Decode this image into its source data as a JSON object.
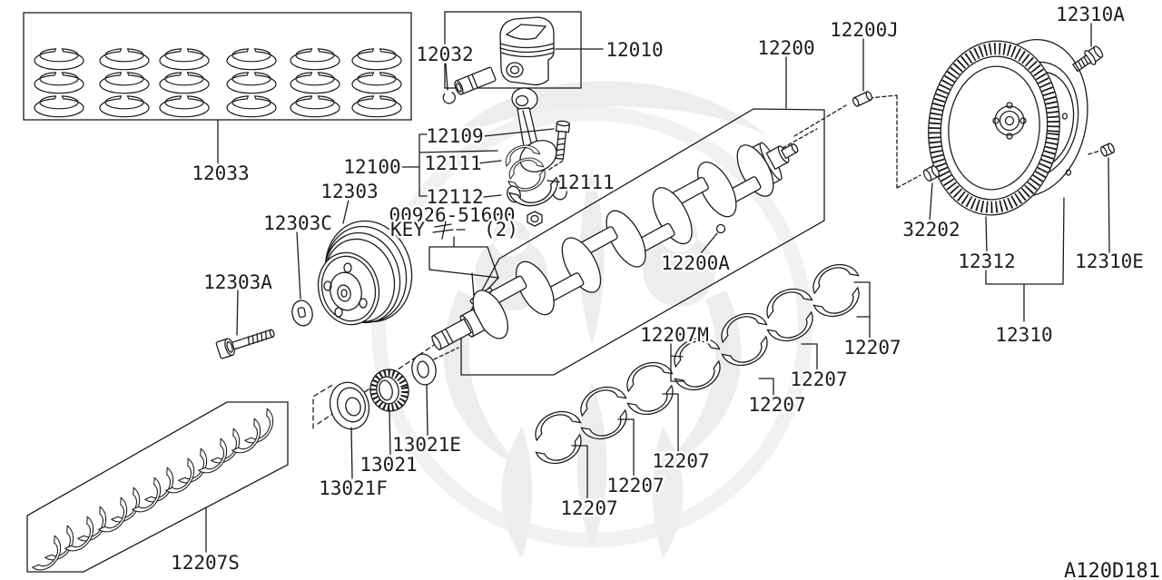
{
  "diagram": {
    "drawing_code": "A120D181",
    "parts": {
      "piston_ring_set": "12033",
      "piston": "12010",
      "piston_pin": "12032",
      "connecting_rod": "12100",
      "rod_bolt": "12109",
      "rod_bearing": "12111",
      "rod_cap": "12112",
      "key_part_number": "00926-51600",
      "key_word": "KEY",
      "key_kana": "キ-",
      "key_quantity": "(2)",
      "crank_pulley": "12303",
      "pulley_washer": "12303C",
      "pulley_bolt": "12303A",
      "crankshaft": "12200",
      "crank_dowel_pin": "12200J",
      "crank_plug": "12200A",
      "main_bearing": "12207",
      "center_main_bearing": "12207M",
      "main_bearing_set": "12207S",
      "crank_sprocket": "13021",
      "sprocket_plate": "13021F",
      "sprocket_washer": "13021E",
      "flywheel_bolt": "12310A",
      "pilot_converter_bush": "32202",
      "ring_gear": "12312",
      "pilot_bush": "12310E",
      "flywheel_assembly": "12310"
    }
  }
}
